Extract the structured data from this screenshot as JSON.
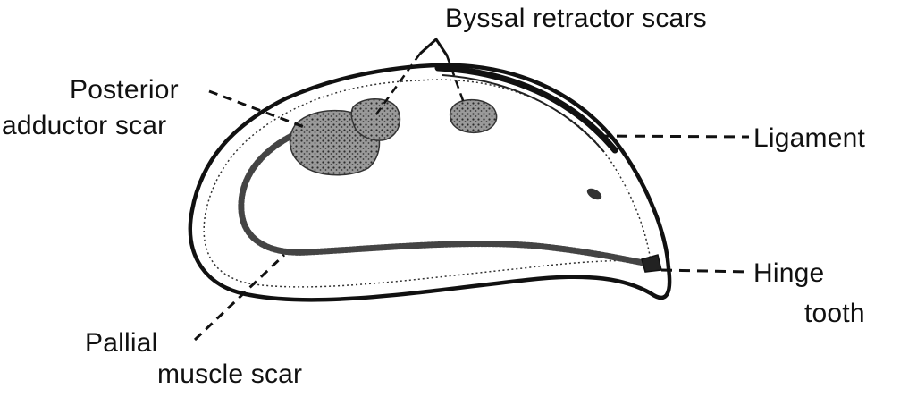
{
  "labels": {
    "byssal_retractor": "Byssal retractor scars",
    "posterior_line1": "Posterior",
    "posterior_line2": "adductor scar",
    "ligament": "Ligament",
    "hinge_line1": "Hinge",
    "hinge_line2": "tooth",
    "pallial_line1": "Pallial",
    "pallial_line2": "muscle scar"
  },
  "colors": {
    "ink": "#111111",
    "scar_fill": "#8a8a8a",
    "background": "#ffffff"
  }
}
